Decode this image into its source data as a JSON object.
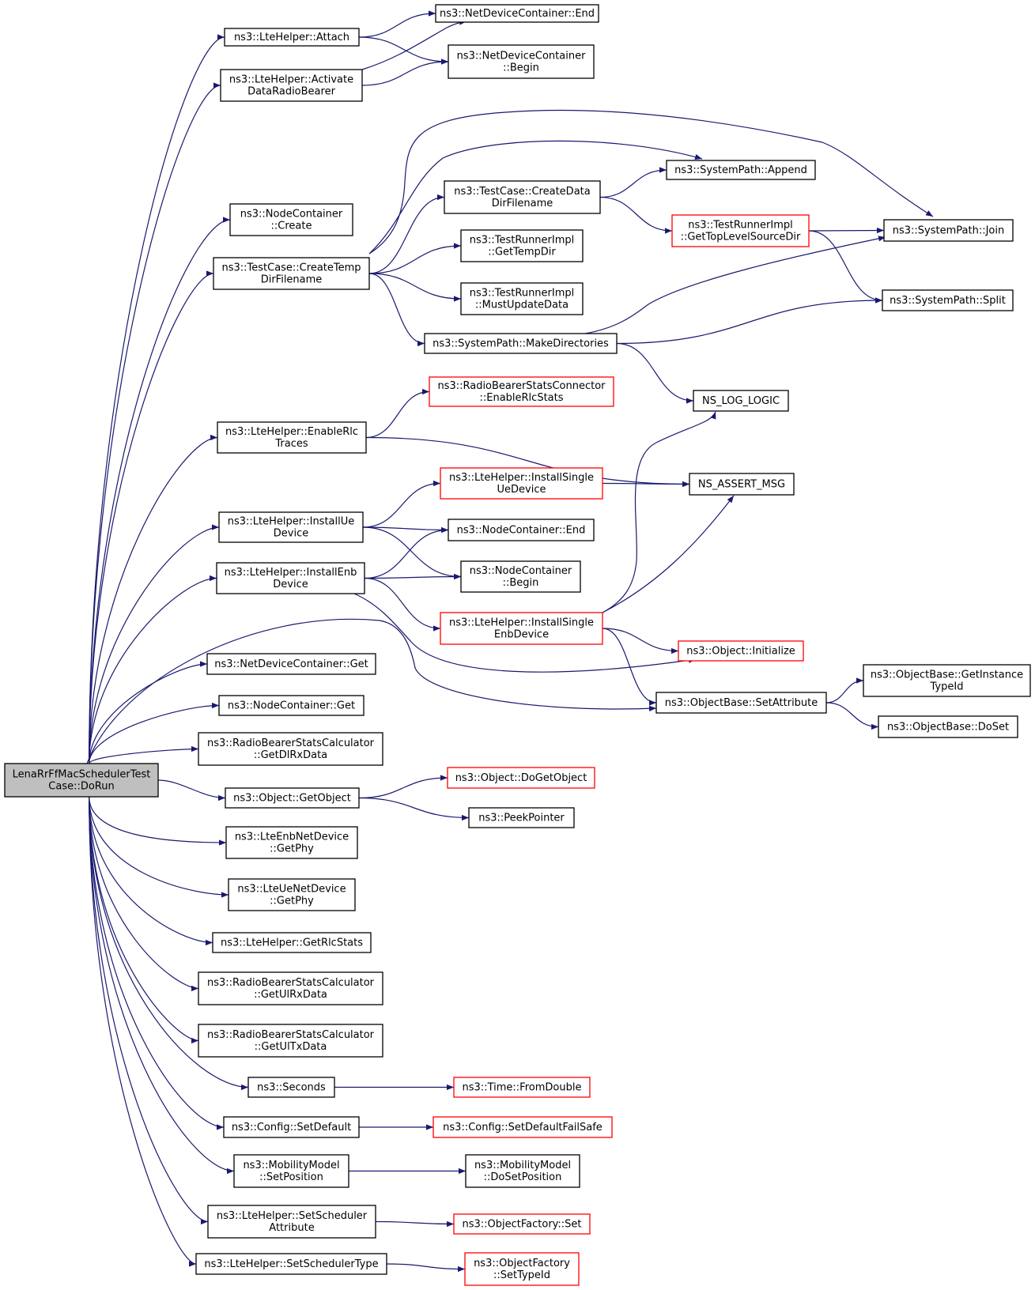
{
  "colors": {
    "edge": "#191970",
    "box_border": "#000000",
    "box_border_incomplete": "#ff0000",
    "root_fill": "#bfbfbf"
  },
  "nodes": [
    {
      "id": "root",
      "lines": [
        "LenaRrFfMacSchedulerTest",
        "Case::DoRun"
      ],
      "kind": "root"
    },
    {
      "id": "lh_attach",
      "lines": [
        "ns3::LteHelper::Attach"
      ]
    },
    {
      "id": "ndc_end",
      "lines": [
        "ns3::NetDeviceContainer::End"
      ]
    },
    {
      "id": "ndc_begin",
      "lines": [
        "ns3::NetDeviceContainer",
        "::Begin"
      ]
    },
    {
      "id": "lh_adrb",
      "lines": [
        "ns3::LteHelper::Activate",
        "DataRadioBearer"
      ]
    },
    {
      "id": "sp_append",
      "lines": [
        "ns3::SystemPath::Append"
      ]
    },
    {
      "id": "tc_cddf",
      "lines": [
        "ns3::TestCase::CreateData",
        "DirFilename"
      ]
    },
    {
      "id": "nc_create",
      "lines": [
        "ns3::NodeContainer",
        "::Create"
      ]
    },
    {
      "id": "tri_gtlsd",
      "lines": [
        "ns3::TestRunnerImpl",
        "::GetTopLevelSourceDir"
      ],
      "kind": "red"
    },
    {
      "id": "sp_join",
      "lines": [
        "ns3::SystemPath::Join"
      ]
    },
    {
      "id": "tri_gtd",
      "lines": [
        "ns3::TestRunnerImpl",
        "::GetTempDir"
      ]
    },
    {
      "id": "tc_ctdf",
      "lines": [
        "ns3::TestCase::CreateTemp",
        "DirFilename"
      ]
    },
    {
      "id": "tri_mud",
      "lines": [
        "ns3::TestRunnerImpl",
        "::MustUpdateData"
      ]
    },
    {
      "id": "sp_split",
      "lines": [
        "ns3::SystemPath::Split"
      ]
    },
    {
      "id": "sp_md",
      "lines": [
        "ns3::SystemPath::MakeDirectories"
      ]
    },
    {
      "id": "rbsc_ers",
      "lines": [
        "ns3::RadioBearerStatsConnector",
        "::EnableRlcStats"
      ],
      "kind": "red"
    },
    {
      "id": "ns_log",
      "lines": [
        "NS_LOG_LOGIC"
      ]
    },
    {
      "id": "lh_ert",
      "lines": [
        "ns3::LteHelper::EnableRlc",
        "Traces"
      ]
    },
    {
      "id": "lh_isud",
      "lines": [
        "ns3::LteHelper::InstallSingle",
        "UeDevice"
      ],
      "kind": "red"
    },
    {
      "id": "ns_assert",
      "lines": [
        "NS_ASSERT_MSG"
      ]
    },
    {
      "id": "lh_iud",
      "lines": [
        "ns3::LteHelper::InstallUe",
        "Device"
      ]
    },
    {
      "id": "nc_end",
      "lines": [
        "ns3::NodeContainer::End"
      ]
    },
    {
      "id": "lh_ied",
      "lines": [
        "ns3::LteHelper::InstallEnb",
        "Device"
      ]
    },
    {
      "id": "nc_begin",
      "lines": [
        "ns3::NodeContainer",
        "::Begin"
      ]
    },
    {
      "id": "lh_ised",
      "lines": [
        "ns3::LteHelper::InstallSingle",
        "EnbDevice"
      ],
      "kind": "red"
    },
    {
      "id": "obj_init",
      "lines": [
        "ns3::Object::Initialize"
      ],
      "kind": "red"
    },
    {
      "id": "ndc_get",
      "lines": [
        "ns3::NetDeviceContainer::Get"
      ]
    },
    {
      "id": "ob_gitid",
      "lines": [
        "ns3::ObjectBase::GetInstance",
        "TypeId"
      ]
    },
    {
      "id": "ob_setattr",
      "lines": [
        "ns3::ObjectBase::SetAttribute"
      ]
    },
    {
      "id": "nc_get",
      "lines": [
        "ns3::NodeContainer::Get"
      ]
    },
    {
      "id": "ob_doset",
      "lines": [
        "ns3::ObjectBase::DoSet"
      ]
    },
    {
      "id": "rbsc_gdrx",
      "lines": [
        "ns3::RadioBearerStatsCalculator",
        "::GetDlRxData"
      ]
    },
    {
      "id": "obj_dgo",
      "lines": [
        "ns3::Object::DoGetObject"
      ],
      "kind": "red"
    },
    {
      "id": "obj_go",
      "lines": [
        "ns3::Object::GetObject"
      ]
    },
    {
      "id": "peek",
      "lines": [
        "ns3::PeekPointer"
      ]
    },
    {
      "id": "lend_gp",
      "lines": [
        "ns3::LteEnbNetDevice",
        "::GetPhy"
      ]
    },
    {
      "id": "lue_gp",
      "lines": [
        "ns3::LteUeNetDevice",
        "::GetPhy"
      ]
    },
    {
      "id": "lh_grs",
      "lines": [
        "ns3::LteHelper::GetRlcStats"
      ]
    },
    {
      "id": "rbsc_gurx",
      "lines": [
        "ns3::RadioBearerStatsCalculator",
        "::GetUlRxData"
      ]
    },
    {
      "id": "rbsc_gutx",
      "lines": [
        "ns3::RadioBearerStatsCalculator",
        "::GetUlTxData"
      ]
    },
    {
      "id": "seconds",
      "lines": [
        "ns3::Seconds"
      ]
    },
    {
      "id": "time_fd",
      "lines": [
        "ns3::Time::FromDouble"
      ],
      "kind": "red"
    },
    {
      "id": "cfg_sd",
      "lines": [
        "ns3::Config::SetDefault"
      ]
    },
    {
      "id": "cfg_sdfs",
      "lines": [
        "ns3::Config::SetDefaultFailSafe"
      ],
      "kind": "red"
    },
    {
      "id": "mm_sp",
      "lines": [
        "ns3::MobilityModel",
        "::SetPosition"
      ]
    },
    {
      "id": "mm_dsp",
      "lines": [
        "ns3::MobilityModel",
        "::DoSetPosition"
      ]
    },
    {
      "id": "lh_ssa",
      "lines": [
        "ns3::LteHelper::SetScheduler",
        "Attribute"
      ]
    },
    {
      "id": "of_set",
      "lines": [
        "ns3::ObjectFactory::Set"
      ],
      "kind": "red"
    },
    {
      "id": "lh_sst",
      "lines": [
        "ns3::LteHelper::SetSchedulerType"
      ]
    },
    {
      "id": "of_stid",
      "lines": [
        "ns3::ObjectFactory",
        "::SetTypeId"
      ],
      "kind": "red"
    }
  ],
  "edges": [
    [
      "root",
      "lh_attach"
    ],
    [
      "root",
      "lh_adrb"
    ],
    [
      "root",
      "nc_create"
    ],
    [
      "root",
      "tc_ctdf"
    ],
    [
      "root",
      "lh_ert"
    ],
    [
      "root",
      "lh_iud"
    ],
    [
      "root",
      "lh_ied"
    ],
    [
      "root",
      "ndc_get"
    ],
    [
      "root",
      "ob_setattr"
    ],
    [
      "root",
      "nc_get"
    ],
    [
      "root",
      "rbsc_gdrx"
    ],
    [
      "root",
      "obj_go"
    ],
    [
      "root",
      "lend_gp"
    ],
    [
      "root",
      "lue_gp"
    ],
    [
      "root",
      "lh_grs"
    ],
    [
      "root",
      "rbsc_gurx"
    ],
    [
      "root",
      "rbsc_gutx"
    ],
    [
      "root",
      "seconds"
    ],
    [
      "root",
      "cfg_sd"
    ],
    [
      "root",
      "mm_sp"
    ],
    [
      "root",
      "lh_ssa"
    ],
    [
      "root",
      "lh_sst"
    ],
    [
      "lh_attach",
      "ndc_end"
    ],
    [
      "lh_attach",
      "ndc_begin"
    ],
    [
      "lh_adrb",
      "ndc_end"
    ],
    [
      "lh_adrb",
      "ndc_begin"
    ],
    [
      "tc_ctdf",
      "sp_append"
    ],
    [
      "tc_ctdf",
      "tc_cddf"
    ],
    [
      "tc_ctdf",
      "sp_join"
    ],
    [
      "tc_ctdf",
      "tri_gtd"
    ],
    [
      "tc_ctdf",
      "tri_mud"
    ],
    [
      "tc_ctdf",
      "sp_md"
    ],
    [
      "tc_cddf",
      "sp_append"
    ],
    [
      "tc_cddf",
      "tri_gtlsd"
    ],
    [
      "tri_gtlsd",
      "sp_join"
    ],
    [
      "tri_gtlsd",
      "sp_split"
    ],
    [
      "sp_md",
      "sp_join"
    ],
    [
      "sp_md",
      "sp_split"
    ],
    [
      "sp_md",
      "ns_log"
    ],
    [
      "lh_ert",
      "rbsc_ers"
    ],
    [
      "lh_ert",
      "ns_assert"
    ],
    [
      "lh_iud",
      "lh_isud"
    ],
    [
      "lh_iud",
      "nc_end"
    ],
    [
      "lh_iud",
      "nc_begin"
    ],
    [
      "lh_isud",
      "ns_assert"
    ],
    [
      "lh_ied",
      "nc_end"
    ],
    [
      "lh_ied",
      "nc_begin"
    ],
    [
      "lh_ied",
      "lh_ised"
    ],
    [
      "lh_ied",
      "obj_init"
    ],
    [
      "lh_ised",
      "ns_log"
    ],
    [
      "lh_ised",
      "ns_assert"
    ],
    [
      "lh_ised",
      "obj_init"
    ],
    [
      "lh_ised",
      "ob_setattr"
    ],
    [
      "ob_setattr",
      "ob_gitid"
    ],
    [
      "ob_setattr",
      "ob_doset"
    ],
    [
      "obj_go",
      "obj_dgo"
    ],
    [
      "obj_go",
      "peek"
    ],
    [
      "seconds",
      "time_fd"
    ],
    [
      "cfg_sd",
      "cfg_sdfs"
    ],
    [
      "mm_sp",
      "mm_dsp"
    ],
    [
      "lh_ssa",
      "of_set"
    ],
    [
      "lh_sst",
      "of_stid"
    ]
  ]
}
